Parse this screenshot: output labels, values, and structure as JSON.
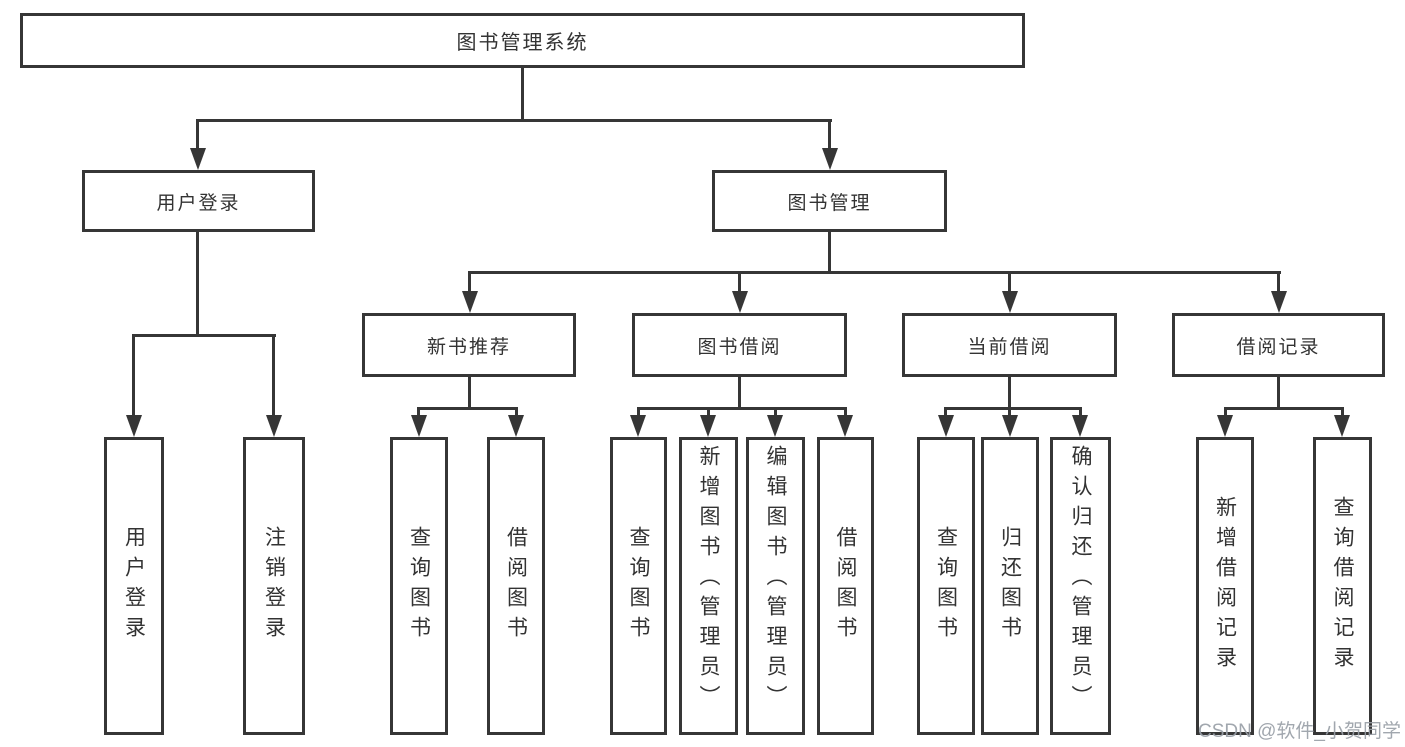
{
  "root": {
    "label": "图书管理系统"
  },
  "level2": {
    "user_login": "用户登录",
    "book_management": "图书管理"
  },
  "level3": {
    "new_book_recommend": "新书推荐",
    "book_borrow": "图书借阅",
    "current_borrow": "当前借阅",
    "borrow_records": "借阅记录"
  },
  "leaves": [
    "用户登录",
    "注销登录",
    "查询图书",
    "借阅图书",
    "查询图书",
    "新增图书（管理员）",
    "编辑图书（管理员）",
    "借阅图书",
    "查询图书",
    "归还图书",
    "确认归还（管理员）",
    "新增借阅记录",
    "查询借阅记录"
  ],
  "watermark": "CSDN @软件_小贺同学",
  "colors": {
    "line": "#363636",
    "text": "#333333",
    "watermark": "#9aa0a8",
    "background": "#ffffff"
  }
}
